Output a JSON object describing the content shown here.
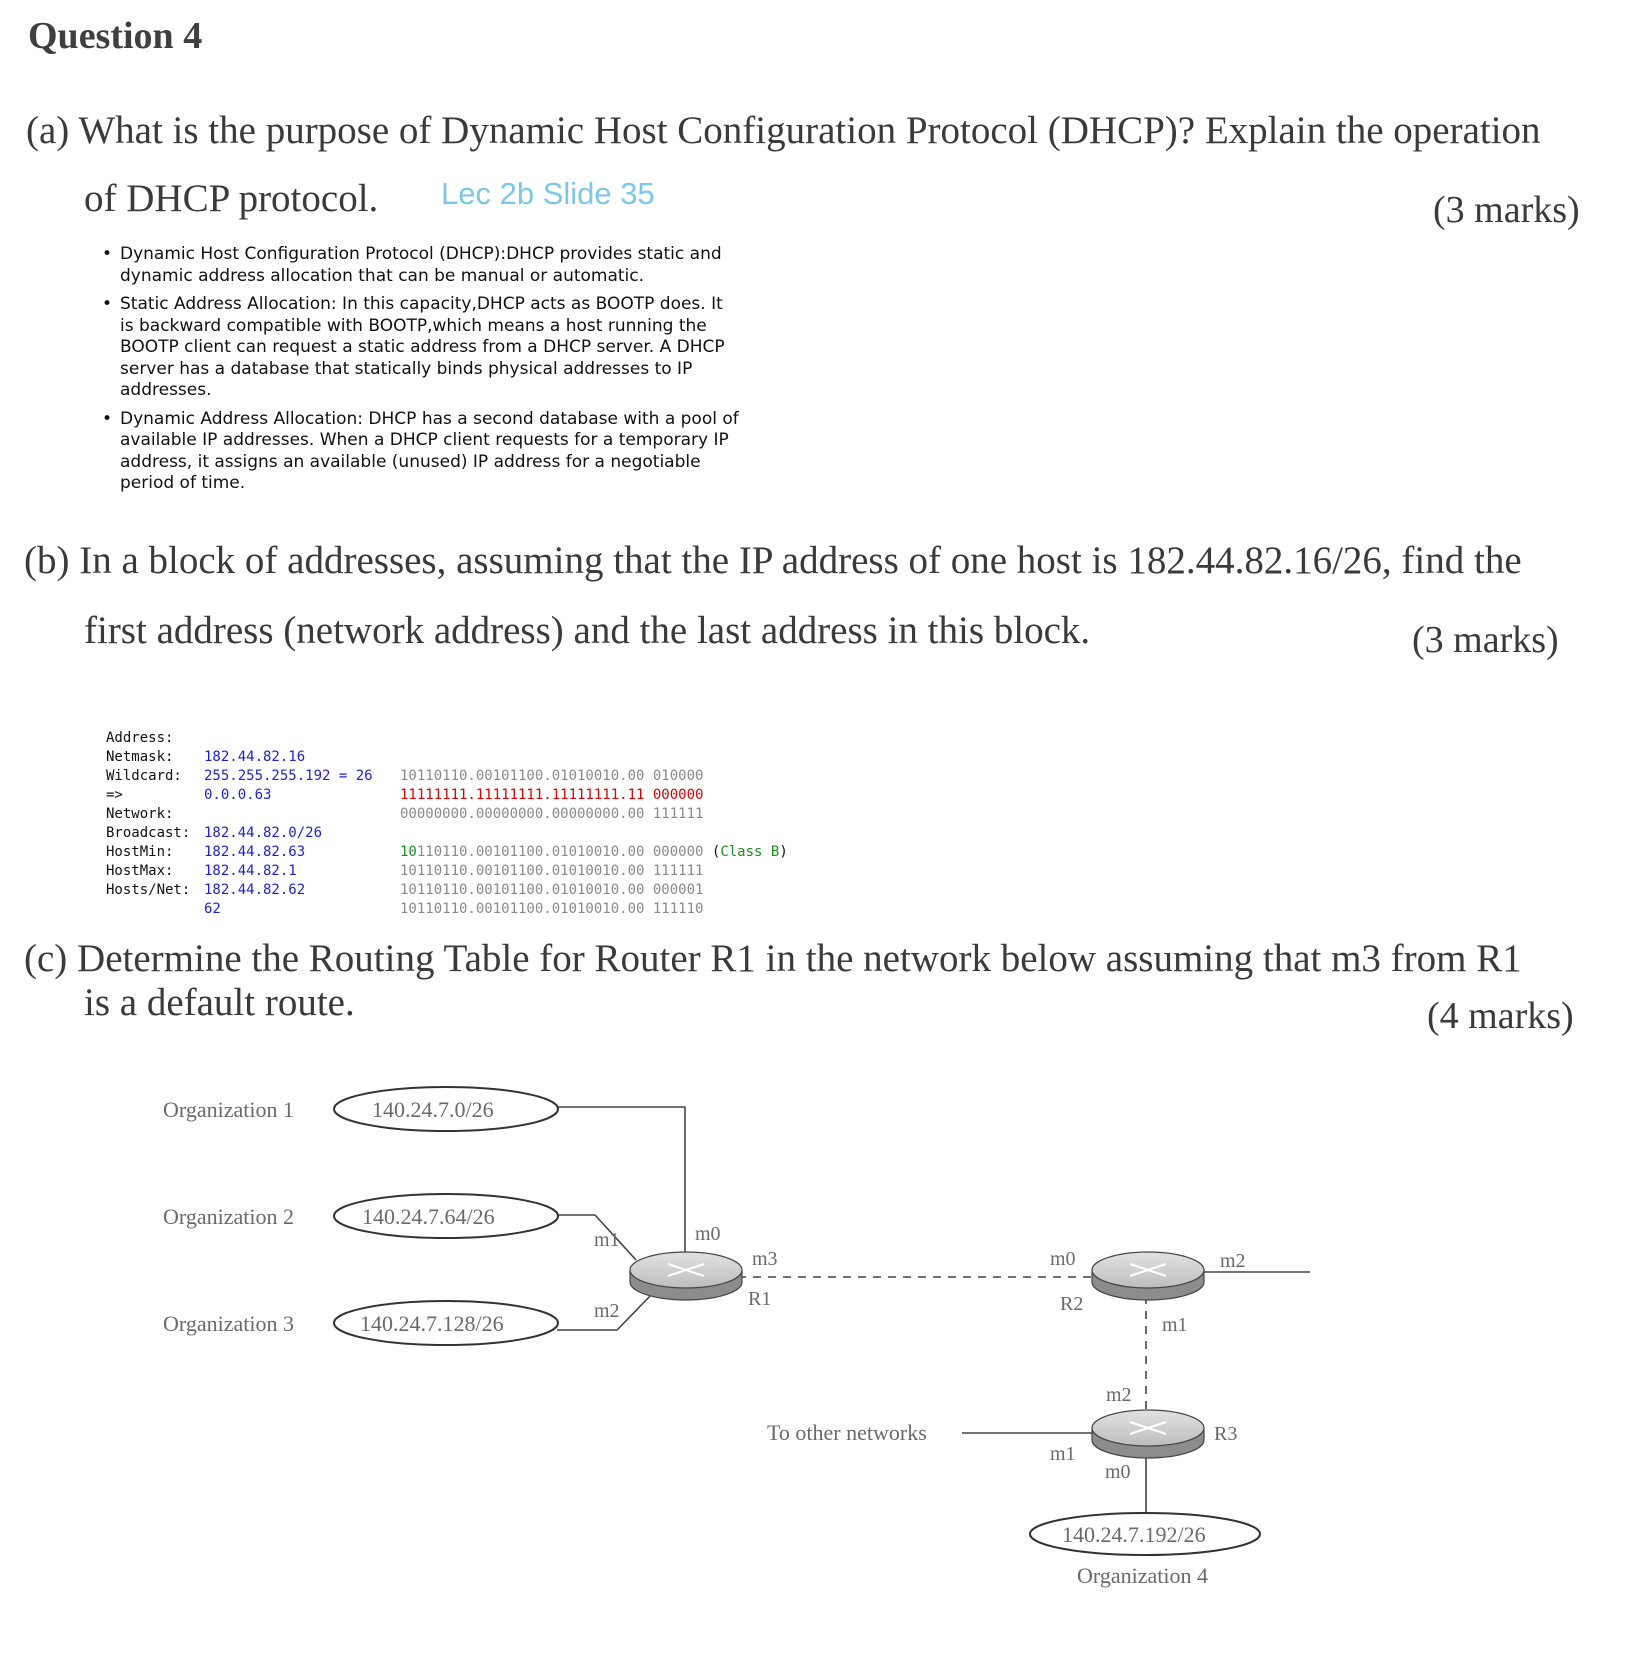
{
  "title": "Question 4",
  "part_a": {
    "line1": "(a) What is the purpose of Dynamic Host Configuration Protocol (DHCP)? Explain the operation",
    "line2": "of DHCP protocol.",
    "note": "Lec 2b Slide 35",
    "marks": "(3 marks)",
    "bullets": [
      "Dynamic Host Configuration Protocol (DHCP):DHCP provides static and dynamic address allocation that can be manual or automatic.",
      "Static Address Allocation: In this capacity,DHCP acts as BOOTP does. It is backward compatible with BOOTP,which means a host running the BOOTP client can request a static address from a DHCP server. A DHCP server has a database that statically binds physical addresses to IP addresses.",
      "Dynamic Address Allocation: DHCP has a second database with a pool of available IP addresses. When a DHCP client requests for a temporary IP address, it assigns an available (unused)  IP address for a negotiable period of time."
    ]
  },
  "part_b": {
    "line1": "(b) In a block of addresses, assuming that the IP address of one host is 182.44.82.16/26, find the",
    "line2": "first address (network address) and the last address in this block.",
    "marks": "(3 marks)",
    "calc": {
      "address": {
        "label": "Address:",
        "value": "182.44.82.16",
        "binary": "10110110.00101100.01010010.00 010000"
      },
      "netmask": {
        "label": "Netmask:",
        "value": "255.255.255.192 = 26",
        "binary": "11111111.11111111.11111111.11 000000"
      },
      "wildcard": {
        "label": "Wildcard:",
        "value": "0.0.0.63",
        "binary": "00000000.00000000.00000000.00 111111"
      },
      "arrow": "=>",
      "network": {
        "label": "Network:",
        "value": "182.44.82.0/26",
        "binary_hi": "10",
        "binary_rest": "110110.00101100.01010010.00 000000",
        "class_open": "(",
        "class_text": "Class B",
        "class_close": ")"
      },
      "broadcast": {
        "label": "Broadcast:",
        "value": "182.44.82.63",
        "binary": "10110110.00101100.01010010.00 111111"
      },
      "hostmin": {
        "label": "HostMin:",
        "value": "182.44.82.1",
        "binary": "10110110.00101100.01010010.00 000001"
      },
      "hostmax": {
        "label": "HostMax:",
        "value": "182.44.82.62",
        "binary": "10110110.00101100.01010010.00 111110"
      },
      "hosts": {
        "label": "Hosts/Net:",
        "value": "62"
      }
    }
  },
  "part_c": {
    "line1": "(c) Determine the Routing Table for Router R1 in the network below assuming that m3 from R1",
    "line2": "is a default route.",
    "marks": "(4 marks)"
  },
  "diagram": {
    "org1": {
      "label": "Organization 1",
      "prefix": "140.24.7.0/26"
    },
    "org2": {
      "label": "Organization 2",
      "prefix": "140.24.7.64/26"
    },
    "org3": {
      "label": "Organization 3",
      "prefix": "140.24.7.128/26"
    },
    "org4": {
      "label": "Organization 4",
      "prefix": "140.24.7.192/26"
    },
    "r1": {
      "name": "R1",
      "m0": "m0",
      "m1": "m1",
      "m2": "m2",
      "m3": "m3"
    },
    "r2": {
      "name": "R2",
      "m0": "m0",
      "m1": "m1",
      "m2": "m2"
    },
    "r3": {
      "name": "R3",
      "m0": "m0",
      "m1": "m1",
      "m2": "m2"
    },
    "other": "To other networks"
  }
}
